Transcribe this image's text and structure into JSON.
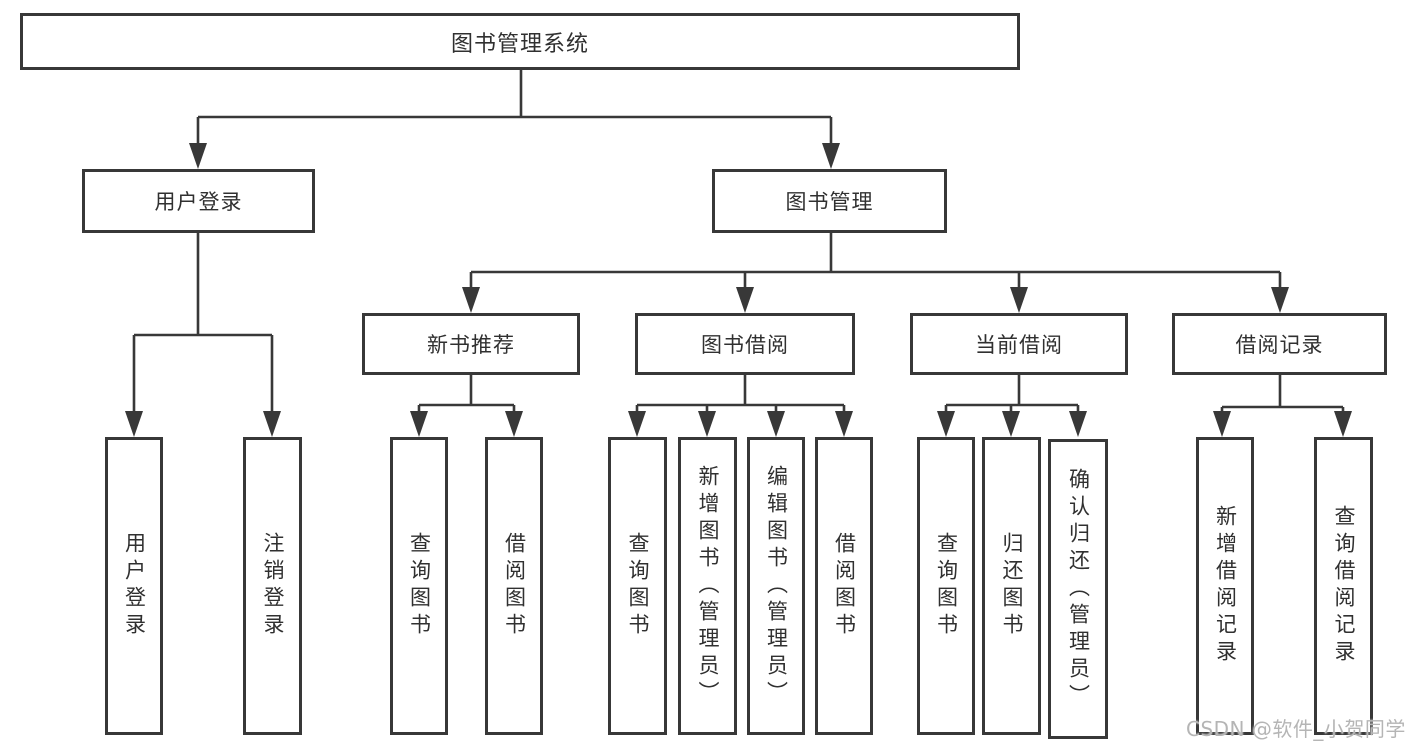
{
  "diagram_title": "图书管理系统",
  "colors": {
    "line": "#383838",
    "box_border": "#383838",
    "box_background": "#ffffff",
    "text": "#303030",
    "watermark": "#b5b5b5"
  },
  "tree": {
    "root": {
      "label": "图书管理系统"
    },
    "branches": [
      {
        "label": "用户登录",
        "leaves": [
          {
            "label": "用户登录"
          },
          {
            "label": "注销登录"
          }
        ]
      },
      {
        "label": "图书管理",
        "groups": [
          {
            "label": "新书推荐",
            "leaves": [
              {
                "label": "查询图书"
              },
              {
                "label": "借阅图书"
              }
            ]
          },
          {
            "label": "图书借阅",
            "leaves": [
              {
                "label": "查询图书"
              },
              {
                "label": "新增图书（管理员）"
              },
              {
                "label": "编辑图书（管理员）"
              },
              {
                "label": "借阅图书"
              }
            ]
          },
          {
            "label": "当前借阅",
            "leaves": [
              {
                "label": "查询图书"
              },
              {
                "label": "归还图书"
              },
              {
                "label": "确认归还（管理员）"
              }
            ]
          },
          {
            "label": "借阅记录",
            "leaves": [
              {
                "label": "新增借阅记录"
              },
              {
                "label": "查询借阅记录"
              }
            ]
          }
        ]
      }
    ]
  },
  "watermark": {
    "text": "CSDN @软件_小贺同学"
  }
}
